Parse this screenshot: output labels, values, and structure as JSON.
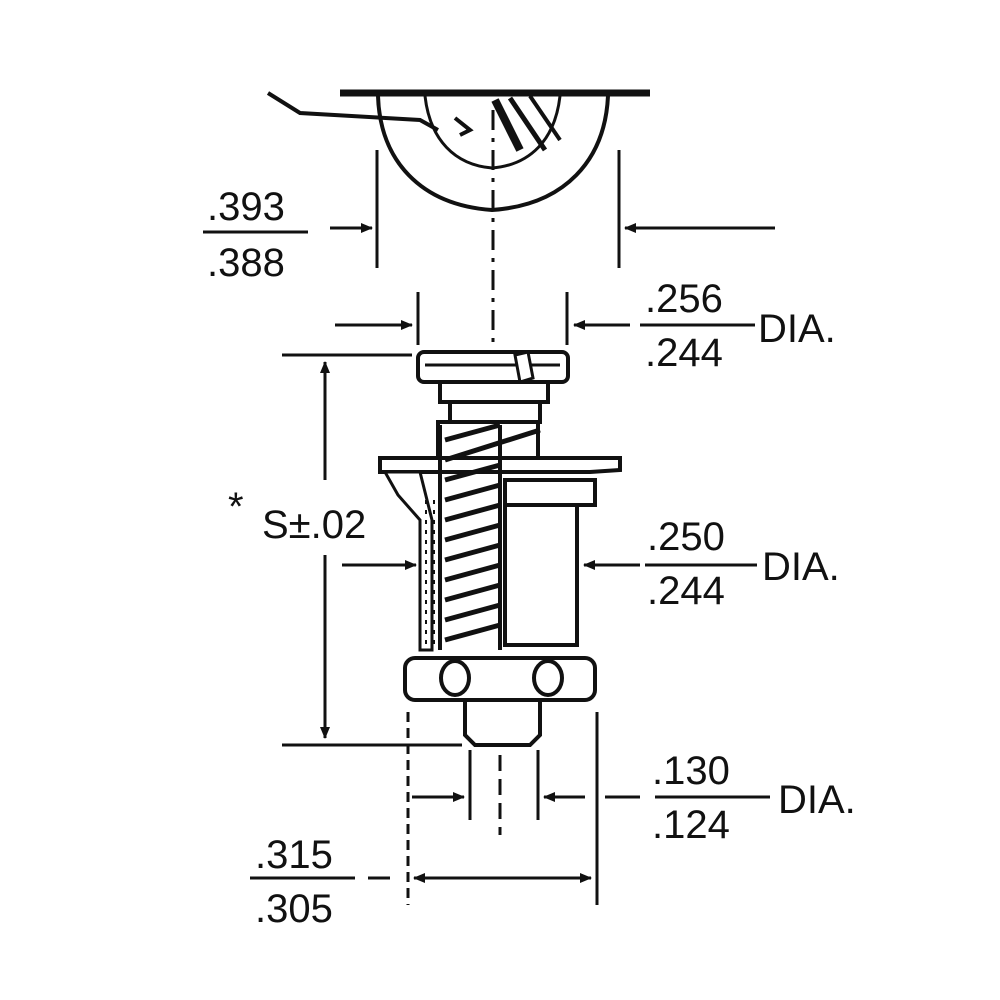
{
  "colors": {
    "ink": "#111111",
    "paper": "#ffffff"
  },
  "dimensions": {
    "head_width": {
      "upper": ".393",
      "lower": ".388"
    },
    "head_dia": {
      "upper": ".256",
      "lower": ".244",
      "suffix": "DIA."
    },
    "body_dia": {
      "upper": ".250",
      "lower": ".244",
      "suffix": "DIA."
    },
    "tip_dia": {
      "upper": ".130",
      "lower": ".124",
      "suffix": "DIA."
    },
    "ferrule_width": {
      "upper": ".315",
      "lower": ".305"
    },
    "length": {
      "marker": "*",
      "label": "S±.02"
    }
  }
}
